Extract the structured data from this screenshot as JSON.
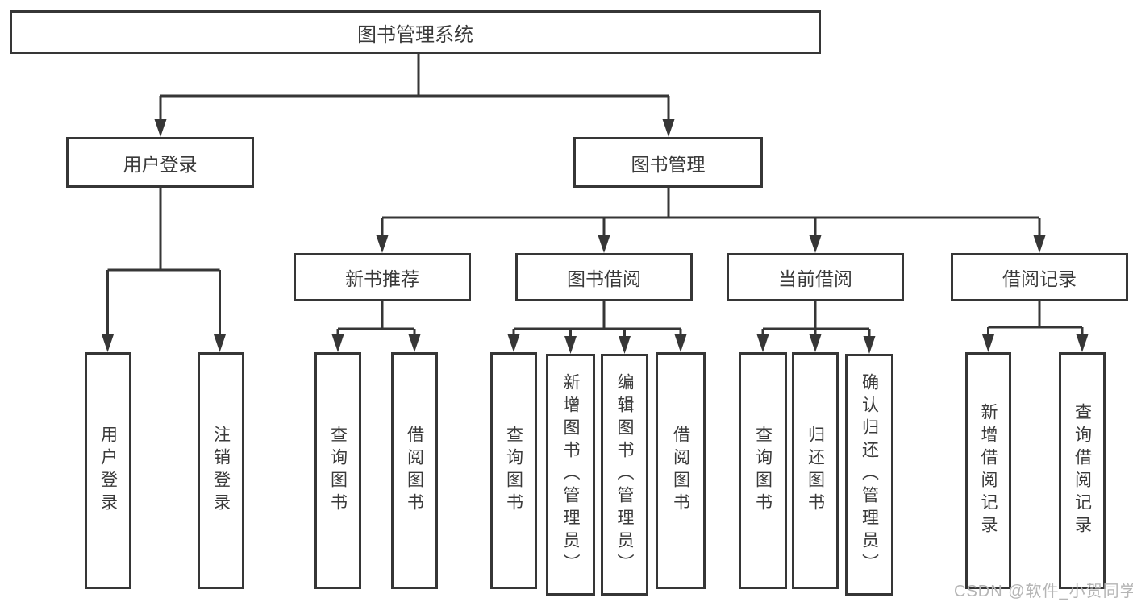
{
  "root": {
    "label": "图书管理系统"
  },
  "branches": {
    "user_login": {
      "label": "用户登录",
      "children": [
        {
          "label": "用户登录"
        },
        {
          "label": "注销登录"
        }
      ]
    },
    "book_management": {
      "label": "图书管理"
    }
  },
  "modules": [
    {
      "label": "新书推荐",
      "children": [
        {
          "label": "查询图书"
        },
        {
          "label": "借阅图书"
        }
      ]
    },
    {
      "label": "图书借阅",
      "children": [
        {
          "label": "查询图书"
        },
        {
          "label": "新增图书（管理员）"
        },
        {
          "label": "编辑图书（管理员）"
        },
        {
          "label": "借阅图书"
        }
      ]
    },
    {
      "label": "当前借阅",
      "children": [
        {
          "label": "查询图书"
        },
        {
          "label": "归还图书"
        },
        {
          "label": "确认归还（管理员）"
        }
      ]
    },
    {
      "label": "借阅记录",
      "children": [
        {
          "label": "新增借阅记录"
        },
        {
          "label": "查询借阅记录"
        }
      ]
    }
  ],
  "watermark": {
    "text": "CSDN @软件_小贺同学"
  },
  "colors": {
    "line": "#363636",
    "text": "#3a3a3a",
    "watermark": "#b5b5b5",
    "background": "#ffffff"
  }
}
